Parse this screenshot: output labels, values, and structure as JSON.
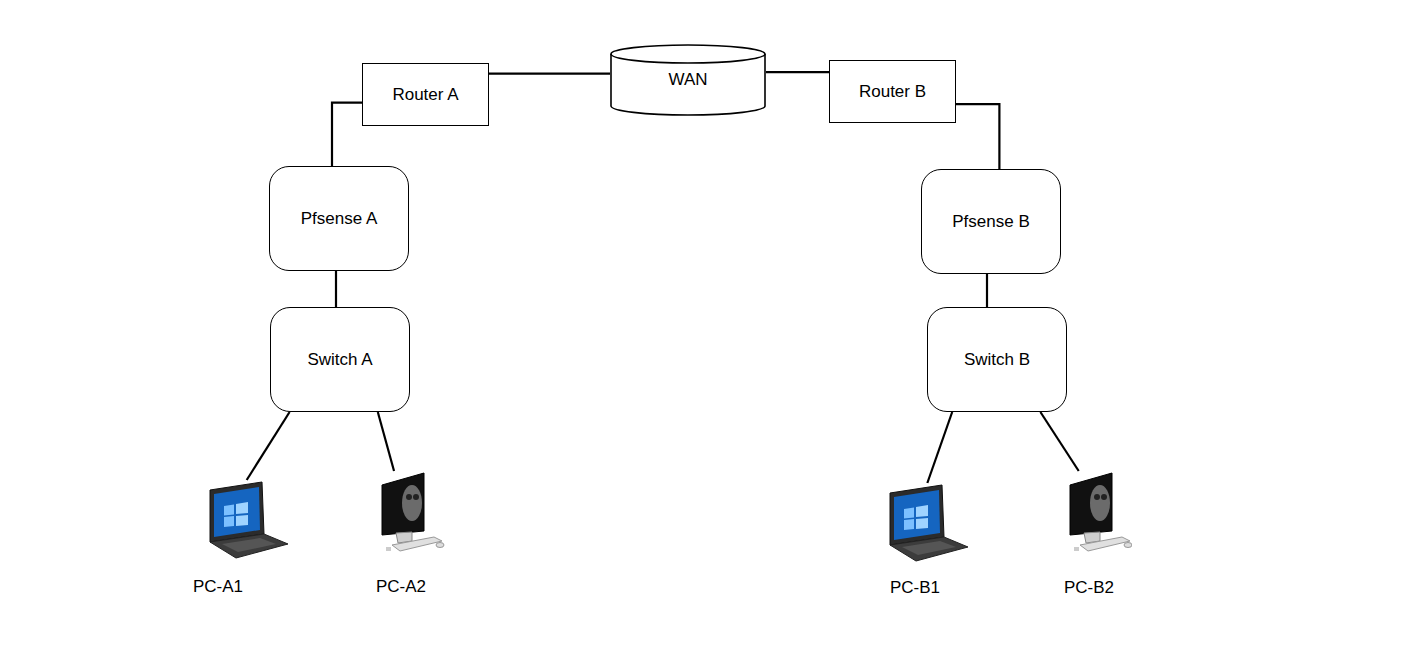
{
  "diagram": {
    "nodes": [
      {
        "text": [
          "Router A"
        ]
      },
      {
        "text": [
          "WAN"
        ]
      },
      {
        "text": [
          "Router B"
        ]
      },
      {
        "text": [
          "Pfsense A"
        ]
      },
      {
        "text": [
          "Pfsense B"
        ]
      },
      {
        "text": [
          "Switch A"
        ]
      },
      {
        "text": [
          "Switch B"
        ]
      },
      {
        "text": [
          "PC-A1"
        ]
      },
      {
        "text": [
          "PC-A2"
        ]
      },
      {
        "text": [
          "PC-B1"
        ]
      },
      {
        "text": [
          "PC-B2"
        ]
      }
    ],
    "edges": [
      {
        "from": 0,
        "to": 1,
        "arrow": "none"
      },
      {
        "from": 1,
        "to": 2,
        "arrow": "none"
      },
      {
        "from": 0,
        "to": 3,
        "arrow": "none"
      },
      {
        "from": 2,
        "to": 4,
        "arrow": "none"
      },
      {
        "from": 3,
        "to": 5,
        "arrow": "none"
      },
      {
        "from": 4,
        "to": 6,
        "arrow": "none"
      },
      {
        "from": 5,
        "to": 7,
        "arrow": "none"
      },
      {
        "from": 5,
        "to": 8,
        "arrow": "none"
      },
      {
        "from": 6,
        "to": 9,
        "arrow": "none"
      },
      {
        "from": 6,
        "to": 10,
        "arrow": "none"
      }
    ]
  }
}
